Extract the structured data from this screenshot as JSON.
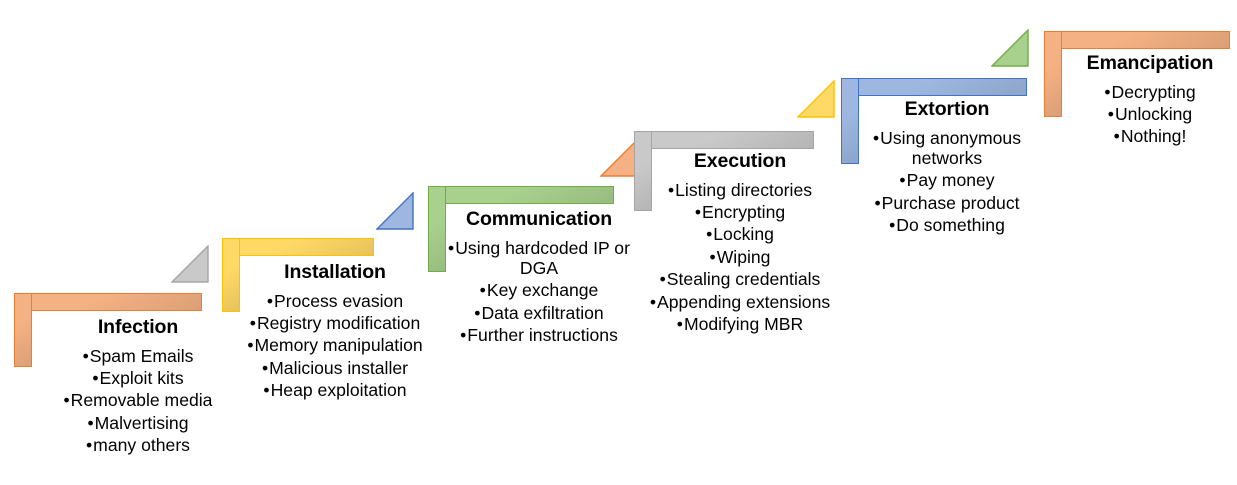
{
  "diagram": {
    "title": "Ransomware attack lifecycle staircase",
    "bullet_glyph": "•",
    "stages": [
      {
        "id": "infection",
        "title": "Infection",
        "color": "#F4B183",
        "border": "#ED7D31",
        "items": [
          "Spam Emails",
          "Exploit kits",
          "Removable media",
          "Malvertising",
          "many others"
        ]
      },
      {
        "id": "installation",
        "title": "Installation",
        "color": "#FFD966",
        "border": "#FFC000",
        "items": [
          "Process  evasion",
          "Registry modification",
          "Memory manipulation",
          "Malicious installer",
          "Heap exploitation"
        ]
      },
      {
        "id": "communication",
        "title": "Communication",
        "color": "#A9D18E",
        "border": "#70AD47",
        "items": [
          "Using hardcoded IP or DGA",
          "Key exchange",
          "Data exfiltration",
          "Further instructions"
        ]
      },
      {
        "id": "execution",
        "title": "Execution",
        "color": "#C9C9C9",
        "border": "#A5A5A5",
        "items": [
          "Listing  directories",
          "Encrypting",
          "Locking",
          "Wiping",
          "Stealing credentials",
          "Appending extensions",
          "Modifying MBR"
        ]
      },
      {
        "id": "extortion",
        "title": "Extortion",
        "color": "#9DB7E0",
        "border": "#4472C4",
        "items": [
          "Using anonymous networks",
          "Pay money",
          "Purchase  product",
          "Do something"
        ]
      },
      {
        "id": "emancipation",
        "title": "Emancipation",
        "color": "#F4B183",
        "border": "#ED7D31",
        "items": [
          "Decrypting",
          "Unlocking",
          "Nothing!"
        ]
      }
    ],
    "connectors": [
      {
        "id": "connector-1",
        "color": "#C9C9C9",
        "border": "#A5A5A5",
        "points_to": "installation"
      },
      {
        "id": "connector-2",
        "color": "#9DB7E0",
        "border": "#4472C4",
        "points_to": "communication"
      },
      {
        "id": "connector-3",
        "color": "#F4B183",
        "border": "#ED7D31",
        "points_to": "execution"
      },
      {
        "id": "connector-4",
        "color": "#FFD966",
        "border": "#FFC000",
        "points_to": "extortion"
      },
      {
        "id": "connector-5",
        "color": "#A9D18E",
        "border": "#70AD47",
        "points_to": "emancipation"
      }
    ]
  }
}
